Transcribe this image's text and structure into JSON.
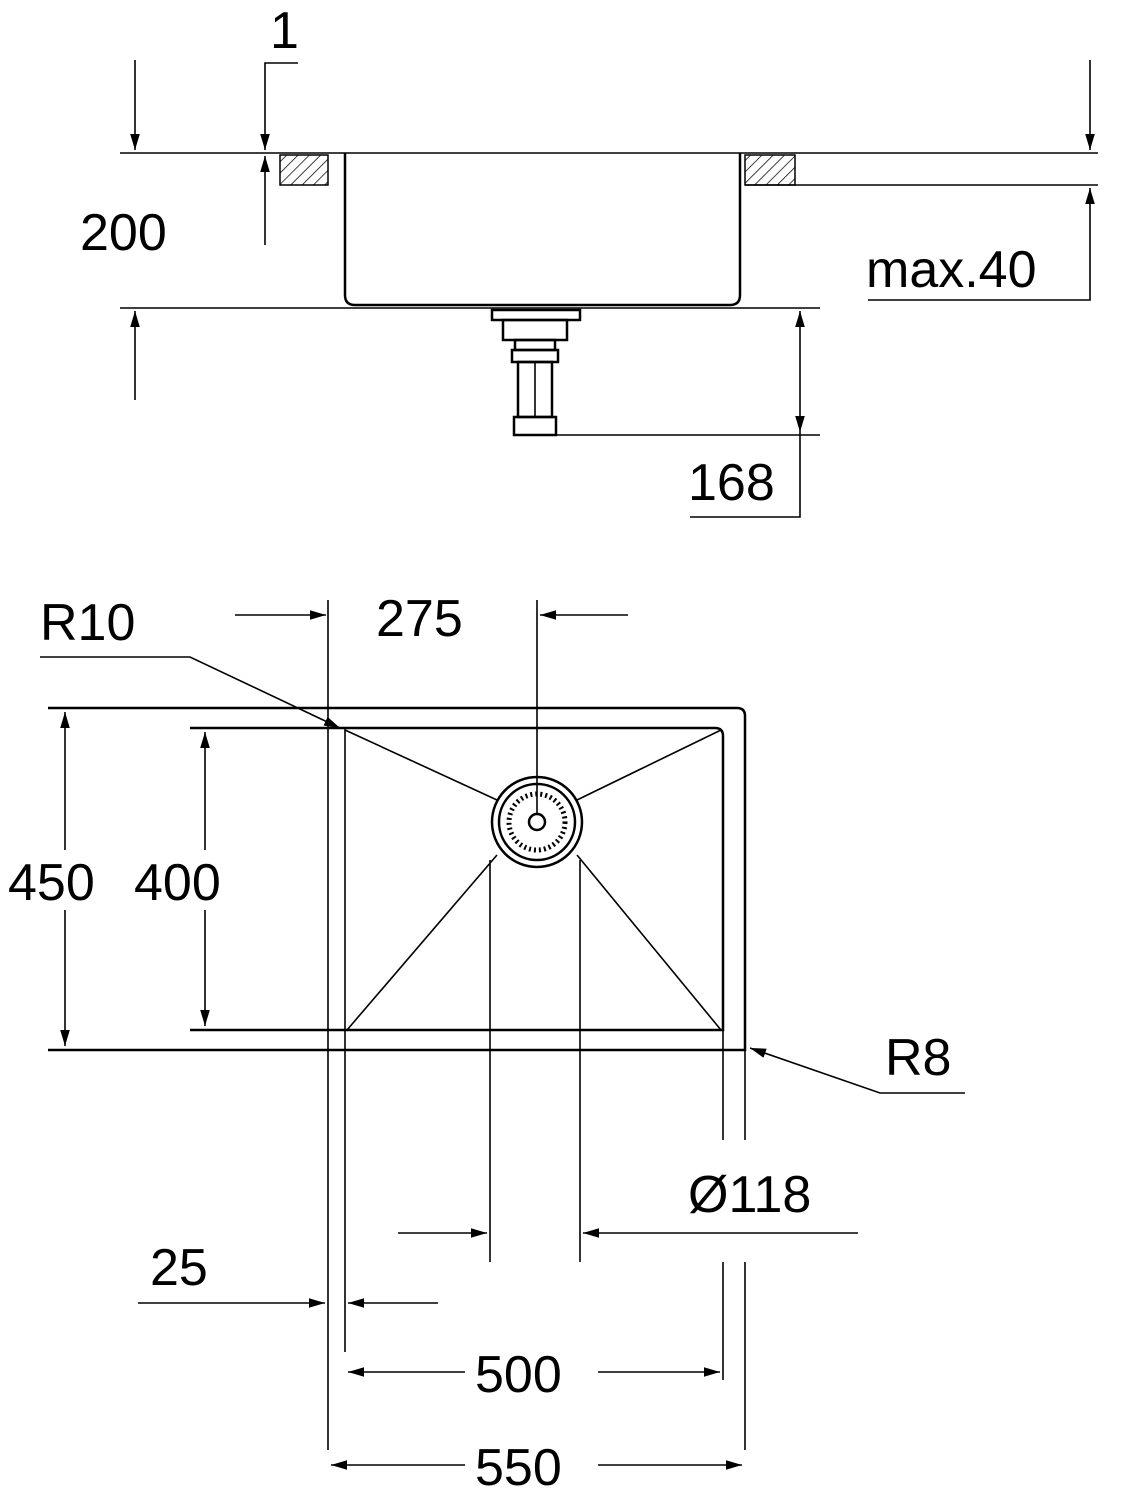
{
  "section_view": {
    "dim_sheet_thickness": "1",
    "dim_depth": "200",
    "dim_countertop_max": "max.40",
    "dim_drain_height": "168"
  },
  "plan_view": {
    "dim_inner_radius": "R10",
    "dim_drain_offset": "275",
    "dim_outer_depth": "450",
    "dim_inner_depth": "400",
    "dim_outer_radius": "R8",
    "dim_drain_diameter": "Ø118",
    "dim_rim_width": "25",
    "dim_inner_width": "500",
    "dim_outer_width": "550"
  }
}
